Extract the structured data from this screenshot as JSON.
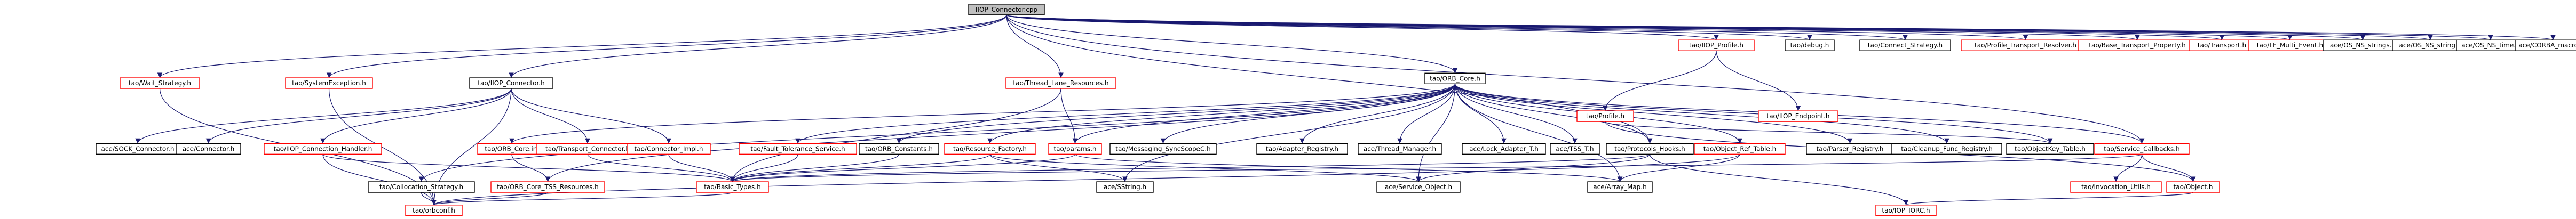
{
  "diagram": {
    "kind": "include-dependency-graph",
    "root": "IIOP_Connector.cpp",
    "colors": {
      "root_fill": "#bfbfbf",
      "node_fill": "#ffffff",
      "border_documented": "#000000",
      "border_undocumented": "#ff0000",
      "edge": "#191970"
    },
    "nodes": {
      "cpp": "IIOP_Connector.cpp",
      "wait_strategy": "tao/Wait_Strategy.h",
      "system_exception": "tao/SystemException.h",
      "iiop_connector_h": "tao/IIOP_Connector.h",
      "thread_lane_resources": "tao/Thread_Lane_Resources.h",
      "iiop_profile": "tao/IIOP_Profile.h",
      "debug": "tao/debug.h",
      "connect_strategy": "tao/Connect_Strategy.h",
      "profile_transport_resolver": "tao/Profile_Transport_Resolver.h",
      "base_transport_property": "tao/Base_Transport_Property.h",
      "transport": "tao/Transport.h",
      "lf_multi_event": "tao/LF_Multi_Event.h",
      "os_ns_strings": "ace/OS_NS_strings.h",
      "os_ns_string": "ace/OS_NS_string.h",
      "os_ns_time": "ace/OS_NS_time.h",
      "corba_macros": "ace/CORBA_macros.h",
      "orb_core": "tao/ORB_Core.h",
      "profile": "tao/Profile.h",
      "iiop_endpoint": "tao/IIOP_Endpoint.h",
      "sock_connector": "ace/SOCK_Connector.h",
      "ace_connector": "ace/Connector.h",
      "iiop_connection_handler": "tao/IIOP_Connection_Handler.h",
      "orb_core_inl": "tao/ORB_Core.inl",
      "transport_connector": "tao/Transport_Connector.h",
      "connector_impl": "tao/Connector_Impl.h",
      "fault_tolerance_service": "tao/Fault_Tolerance_Service.h",
      "orb_constants": "tao/ORB_Constants.h",
      "resource_factory": "tao/Resource_Factory.h",
      "params": "tao/params.h",
      "messaging_syncscopec": "tao/Messaging_SyncScopeC.h",
      "adapter_registry": "tao/Adapter_Registry.h",
      "thread_manager": "ace/Thread_Manager.h",
      "lock_adapter_t": "ace/Lock_Adapter_T.h",
      "tss_t": "ace/TSS_T.h",
      "protocols_hooks": "tao/Protocols_Hooks.h",
      "object_ref_table": "tao/Object_Ref_Table.h",
      "parser_registry": "tao/Parser_Registry.h",
      "cleanup_func_registry": "tao/Cleanup_Func_Registry.h",
      "objectkey_table": "tao/ObjectKey_Table.h",
      "service_callbacks": "tao/Service_Callbacks.h",
      "collocation_strategy": "tao/Collocation_Strategy.h",
      "orb_core_tss_resources": "tao/ORB_Core_TSS_Resources.h",
      "basic_types": "tao/Basic_Types.h",
      "sstring": "ace/SString.h",
      "service_object": "ace/Service_Object.h",
      "array_map": "ace/Array_Map.h",
      "invocation_utils": "tao/Invocation_Utils.h",
      "object": "tao/Object.h",
      "orbconf": "tao/orbconf.h",
      "iop_iorc": "tao/IOP_IORC.h"
    }
  }
}
